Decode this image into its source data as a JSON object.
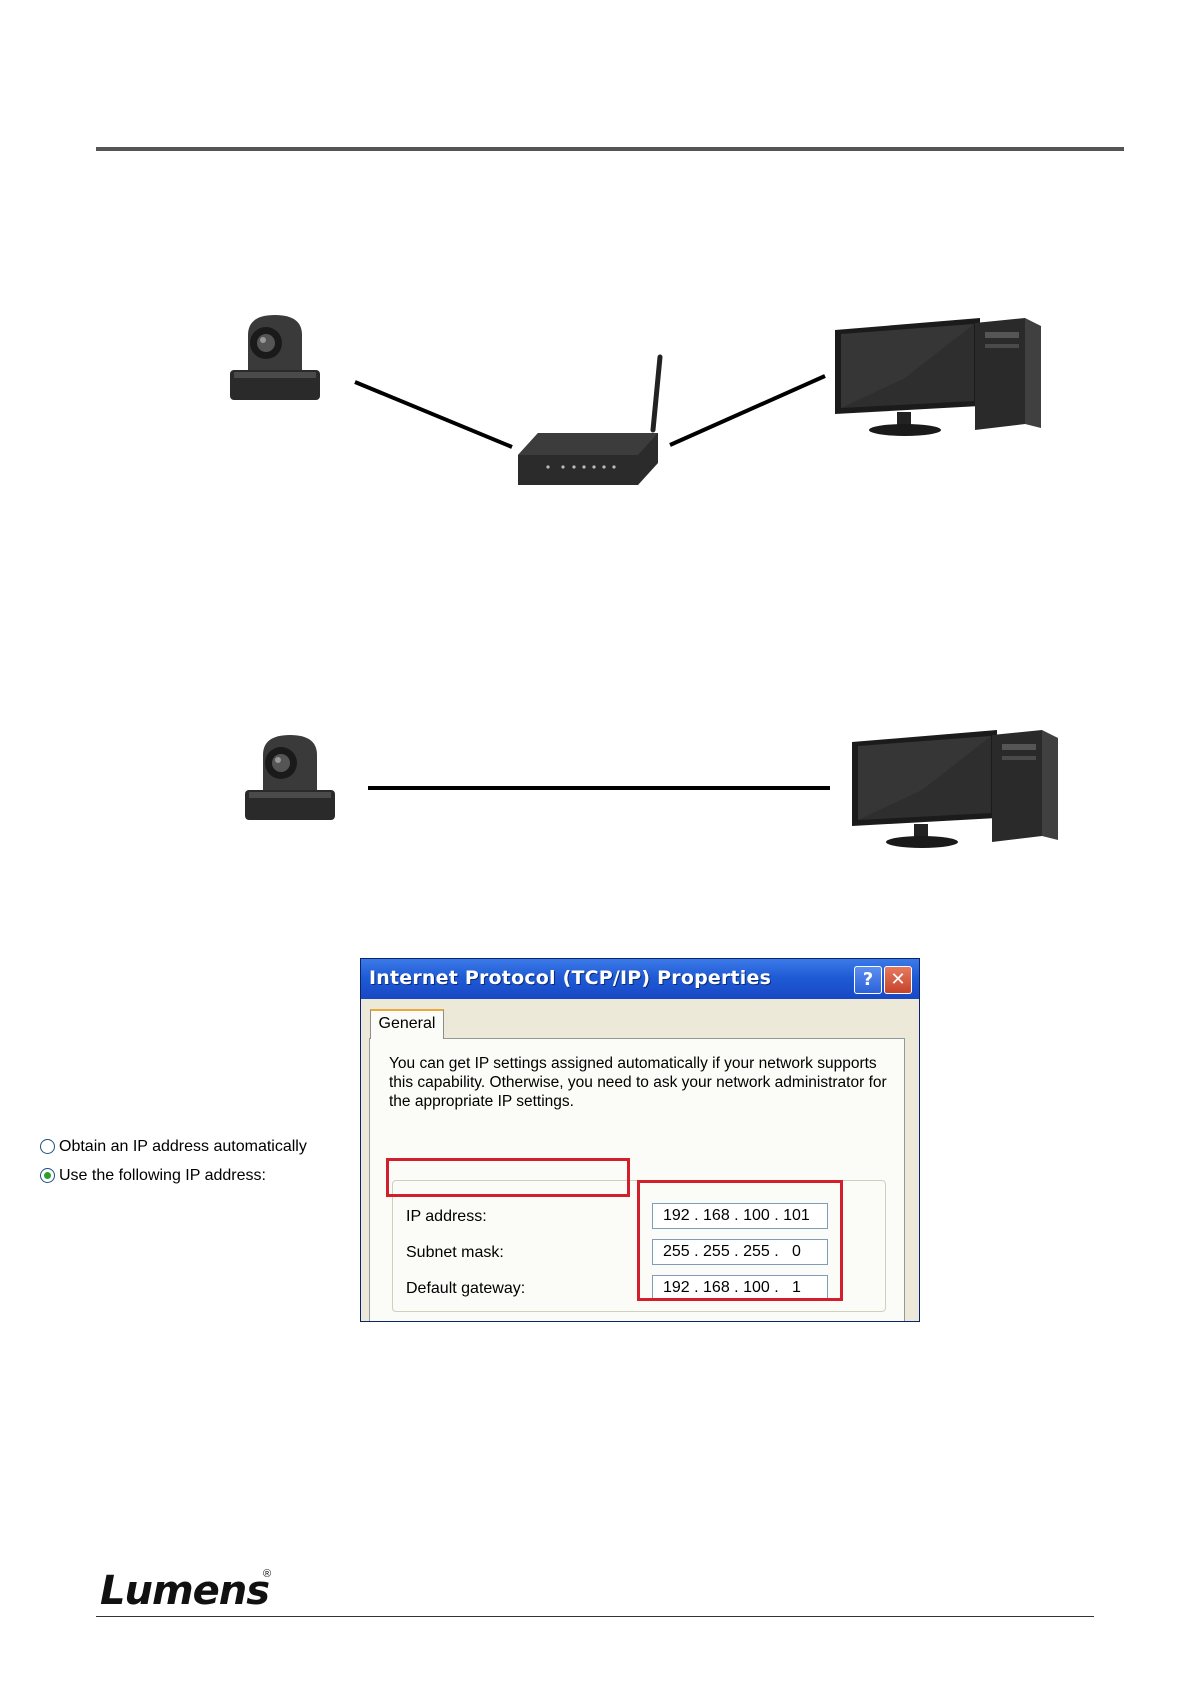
{
  "dialog": {
    "title": "Internet Protocol (TCP/IP) Properties",
    "help_button": "?",
    "close_button": "✕",
    "tab_label": "General",
    "info_text": "You can get IP settings assigned automatically if your network supports this capability. Otherwise, you need to ask your network administrator for the appropriate IP settings.",
    "option_auto": "Obtain an IP address automatically",
    "option_manual": "Use the following IP address:",
    "selected_option": "manual",
    "fields": [
      {
        "label": "IP address:",
        "value": "192 . 168 . 100 . 101"
      },
      {
        "label": "Subnet mask:",
        "value": "255 . 255 . 255 .   0"
      },
      {
        "label": "Default gateway:",
        "value": "192 . 168 . 100 .   1"
      }
    ]
  },
  "footer": {
    "logo": "Lumens",
    "registered_mark": "®"
  },
  "colors": {
    "highlight": "#d21f2b",
    "titlebar": "#1f5bd6"
  }
}
